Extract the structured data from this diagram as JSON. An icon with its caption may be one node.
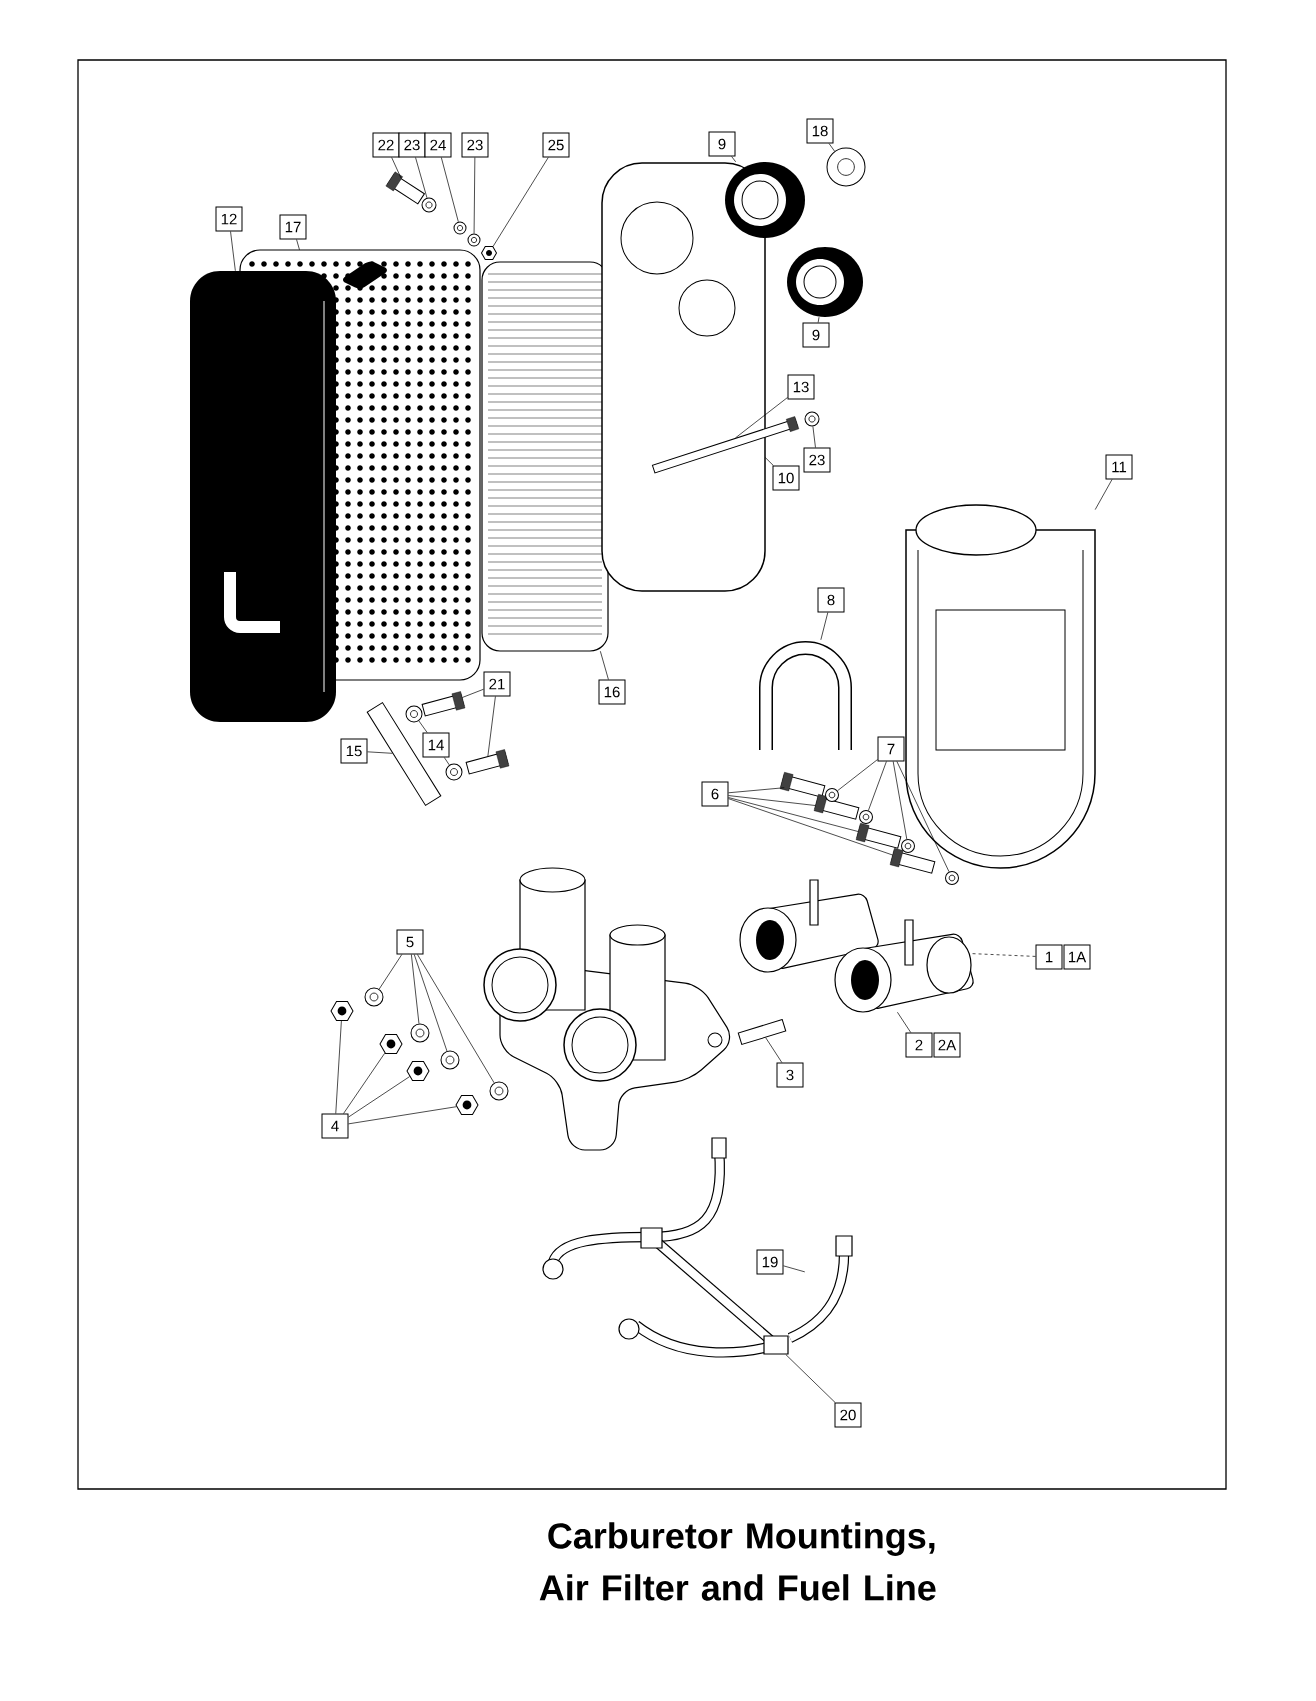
{
  "diagram": {
    "title": "Carburetor Mountings, Air Filter and Fuel Line",
    "nodes": [
      {
        "text": [
          "22"
        ]
      },
      {
        "text": [
          "23"
        ]
      },
      {
        "text": [
          "24"
        ]
      },
      {
        "text": [
          "23"
        ]
      },
      {
        "text": [
          "25"
        ]
      },
      {
        "text": [
          "9"
        ]
      },
      {
        "text": [
          "18"
        ]
      },
      {
        "text": [
          "12"
        ]
      },
      {
        "text": [
          "17"
        ]
      },
      {
        "text": [
          "9"
        ]
      },
      {
        "text": [
          "13"
        ]
      },
      {
        "text": [
          "23"
        ]
      },
      {
        "text": [
          "10"
        ]
      },
      {
        "text": [
          "11"
        ]
      },
      {
        "text": [
          "8"
        ]
      },
      {
        "text": [
          "16"
        ]
      },
      {
        "text": [
          "21"
        ]
      },
      {
        "text": [
          "14"
        ]
      },
      {
        "text": [
          "15"
        ]
      },
      {
        "text": [
          "7"
        ]
      },
      {
        "text": [
          "6"
        ]
      },
      {
        "text": [
          "5"
        ]
      },
      {
        "text": [
          "4"
        ]
      },
      {
        "text": [
          "1"
        ]
      },
      {
        "text": [
          "1A"
        ]
      },
      {
        "text": [
          "3"
        ]
      },
      {
        "text": [
          "2"
        ]
      },
      {
        "text": [
          "2A"
        ]
      },
      {
        "text": [
          "19"
        ]
      },
      {
        "text": [
          "20"
        ]
      },
      {
        "text": [],
        "shape": "picture"
      },
      {
        "text": [],
        "shape": "picture"
      },
      {
        "text": [],
        "shape": "picture"
      },
      {
        "text": [],
        "shape": "picture"
      },
      {
        "text": [],
        "shape": "picture"
      },
      {
        "text": [],
        "shape": "circle"
      },
      {
        "text": [],
        "shape": "picture"
      },
      {
        "text": [],
        "shape": "picture"
      },
      {
        "text": [],
        "shape": "picture"
      },
      {
        "text": [],
        "shape": "picture"
      },
      {
        "text": [],
        "shape": "picture"
      },
      {
        "text": [],
        "shape": "bar"
      },
      {
        "text": [],
        "shape": "circle"
      },
      {
        "text": [],
        "shape": "circle"
      },
      {
        "text": [],
        "shape": "circle"
      },
      {
        "text": [],
        "shape": "hexagon"
      },
      {
        "text": [],
        "shape": "bar"
      },
      {
        "text": [],
        "shape": "circle"
      },
      {
        "text": [],
        "shape": "bar"
      },
      {
        "text": [],
        "shape": "bar"
      },
      {
        "text": [],
        "shape": "bar"
      },
      {
        "text": [],
        "shape": "circle"
      },
      {
        "text": [],
        "shape": "circle"
      },
      {
        "text": [],
        "shape": "bar"
      },
      {
        "text": [],
        "shape": "bar"
      },
      {
        "text": [],
        "shape": "bar"
      },
      {
        "text": [],
        "shape": "bar"
      },
      {
        "text": [],
        "shape": "circle"
      },
      {
        "text": [],
        "shape": "circle"
      },
      {
        "text": [],
        "shape": "circle"
      },
      {
        "text": [],
        "shape": "circle"
      },
      {
        "text": [],
        "shape": "circle"
      },
      {
        "text": [],
        "shape": "circle"
      },
      {
        "text": [],
        "shape": "circle"
      },
      {
        "text": [],
        "shape": "circle"
      },
      {
        "text": [],
        "shape": "hexagon"
      },
      {
        "text": [],
        "shape": "hexagon"
      },
      {
        "text": [],
        "shape": "hexagon"
      },
      {
        "text": [],
        "shape": "hexagon"
      },
      {
        "text": [],
        "shape": "bar"
      },
      {
        "text": [],
        "shape": "box"
      }
    ],
    "edges": [
      {
        "from": 0,
        "to": 41,
        "arrow": "none"
      },
      {
        "from": 1,
        "to": 42,
        "arrow": "none"
      },
      {
        "from": 2,
        "to": 43,
        "arrow": "none"
      },
      {
        "from": 3,
        "to": 44,
        "arrow": "none"
      },
      {
        "from": 4,
        "to": 45,
        "arrow": "none"
      },
      {
        "from": 5,
        "to": 34,
        "arrow": "none"
      },
      {
        "from": 6,
        "to": 35,
        "arrow": "none"
      },
      {
        "from": 7,
        "to": 32,
        "arrow": "none"
      },
      {
        "from": 8,
        "to": 31,
        "arrow": "none"
      },
      {
        "from": 9,
        "to": 36,
        "arrow": "none"
      },
      {
        "from": 10,
        "to": 46,
        "arrow": "none"
      },
      {
        "from": 11,
        "to": 47,
        "arrow": "none"
      },
      {
        "from": 12,
        "to": 33,
        "arrow": "none"
      },
      {
        "from": 13,
        "to": 37,
        "arrow": "none"
      },
      {
        "from": 14,
        "to": 38,
        "arrow": "none"
      },
      {
        "from": 15,
        "to": 30,
        "arrow": "none"
      },
      {
        "from": 16,
        "to": 49,
        "arrow": "none"
      },
      {
        "from": 16,
        "to": 50,
        "arrow": "none"
      },
      {
        "from": 17,
        "to": 51,
        "arrow": "none"
      },
      {
        "from": 17,
        "to": 52,
        "arrow": "none"
      },
      {
        "from": 18,
        "to": 48,
        "arrow": "none"
      },
      {
        "from": 19,
        "to": 57,
        "arrow": "none"
      },
      {
        "from": 19,
        "to": 58,
        "arrow": "none"
      },
      {
        "from": 19,
        "to": 59,
        "arrow": "none"
      },
      {
        "from": 19,
        "to": 60,
        "arrow": "none"
      },
      {
        "from": 20,
        "to": 53,
        "arrow": "none"
      },
      {
        "from": 20,
        "to": 54,
        "arrow": "none"
      },
      {
        "from": 20,
        "to": 55,
        "arrow": "none"
      },
      {
        "from": 20,
        "to": 56,
        "arrow": "none"
      },
      {
        "from": 21,
        "to": 61,
        "arrow": "none"
      },
      {
        "from": 21,
        "to": 62,
        "arrow": "none"
      },
      {
        "from": 21,
        "to": 63,
        "arrow": "none"
      },
      {
        "from": 21,
        "to": 64,
        "arrow": "none"
      },
      {
        "from": 22,
        "to": 65,
        "arrow": "none"
      },
      {
        "from": 22,
        "to": 66,
        "arrow": "none"
      },
      {
        "from": 22,
        "to": 67,
        "arrow": "none"
      },
      {
        "from": 22,
        "to": 68,
        "arrow": "none"
      },
      {
        "from": 23,
        "to": 39,
        "arrow": "none",
        "style": "dashed"
      },
      {
        "from": 25,
        "to": 69,
        "arrow": "none"
      },
      {
        "from": 26,
        "to": 39,
        "arrow": "none"
      },
      {
        "from": 28,
        "to": 40,
        "arrow": "none"
      },
      {
        "from": 29,
        "to": 70,
        "arrow": "none"
      }
    ]
  }
}
